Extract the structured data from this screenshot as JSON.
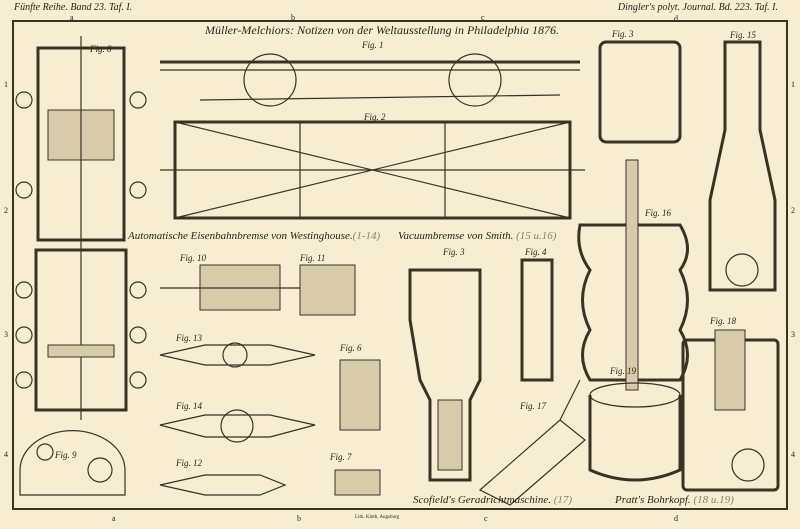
{
  "header": {
    "left": "Fünfte Reihe. Band 23. Taf. I.",
    "right": "Dingler's polyt. Journal. Bd. 223. Taf. I."
  },
  "title": "Müller-Melchiors: Notizen von der Weltausstellung in Philadelphia 1876.",
  "column_marks": [
    "a",
    "b",
    "c",
    "d"
  ],
  "row_marks": [
    "1",
    "2",
    "3",
    "4"
  ],
  "captions": {
    "westinghouse": {
      "text": "Automatische Eisenbahnbremse von Westinghouse.",
      "figs": "(1-14)"
    },
    "smith": {
      "text": "Vacuumbremse von Smith.",
      "figs": "(15 u.16)"
    },
    "scofield": {
      "text": "Scofield's Geradrichtmaschine.",
      "figs": "(17)"
    },
    "pratt": {
      "text": "Pratt's Bohrkopf.",
      "figs": "(18 u.19)"
    }
  },
  "figures": {
    "fig1": "Fig. 1",
    "fig2": "Fig. 2",
    "fig3a": "Fig. 3",
    "fig3b": "Fig. 3",
    "fig4": "Fig. 4",
    "fig6": "Fig. 6",
    "fig7": "Fig. 7",
    "fig8": "Fig. 8",
    "fig9": "Fig. 9",
    "fig10": "Fig. 10",
    "fig11": "Fig. 11",
    "fig12": "Fig. 12",
    "fig13": "Fig. 13",
    "fig14": "Fig. 14",
    "fig15": "Fig. 15",
    "fig16": "Fig. 16",
    "fig17": "Fig. 17",
    "fig18": "Fig. 18",
    "fig19": "Fig. 19"
  },
  "imprint": "Lith. Kloth, Augsburg"
}
